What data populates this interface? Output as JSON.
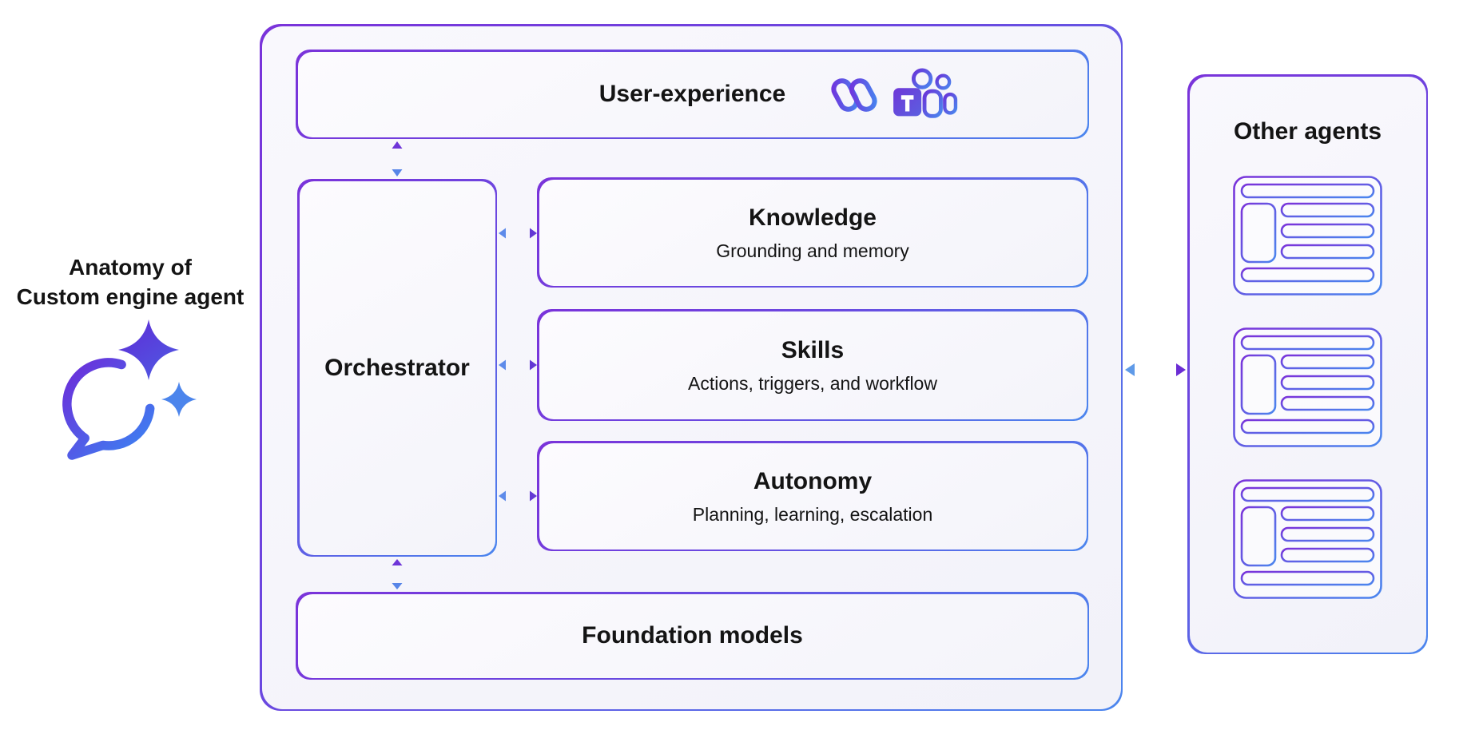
{
  "diagram": {
    "label": {
      "line1": "Anatomy of",
      "line2": "Custom engine agent"
    },
    "user_experience": {
      "title": "User-experience"
    },
    "orchestrator": {
      "title": "Orchestrator"
    },
    "components": [
      {
        "title": "Knowledge",
        "subtitle": "Grounding and memory"
      },
      {
        "title": "Skills",
        "subtitle": "Actions, triggers, and workflow"
      },
      {
        "title": "Autonomy",
        "subtitle": "Planning, learning, escalation"
      }
    ],
    "foundation_models": {
      "title": "Foundation models"
    },
    "other_agents": {
      "title": "Other agents",
      "agent_count": 3
    },
    "connections": [
      {
        "from": "User-experience",
        "to": "Orchestrator",
        "style": "solid-double-arrow"
      },
      {
        "from": "Orchestrator",
        "to": "Knowledge",
        "style": "solid-double-arrow"
      },
      {
        "from": "Orchestrator",
        "to": "Skills",
        "style": "solid-double-arrow"
      },
      {
        "from": "Orchestrator",
        "to": "Autonomy",
        "style": "solid-double-arrow"
      },
      {
        "from": "Orchestrator",
        "to": "Foundation models",
        "style": "solid-double-arrow"
      },
      {
        "from": "Custom engine agent",
        "to": "Other agents",
        "style": "dotted-double-arrow"
      }
    ]
  },
  "icons": {
    "chat_sparkle": "chat-sparkle-icon",
    "copilot": "copilot-icon",
    "teams": "teams-icon",
    "agent_card": "agent-card-illustration"
  },
  "colors": {
    "purple": "#7A33DA",
    "blue": "#4B86EE",
    "arrow_purple": "#6338D4",
    "arrow_blue": "#5E8BEA",
    "text": "#141414",
    "box_fill": "#F7F6FB"
  }
}
